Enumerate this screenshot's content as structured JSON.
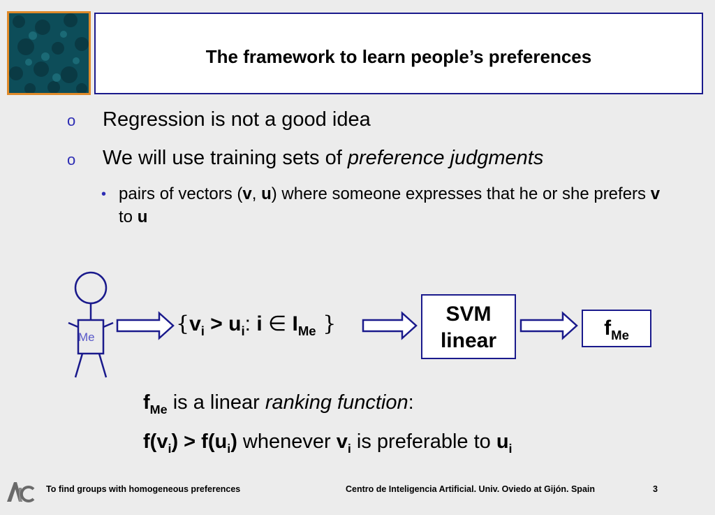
{
  "title": "The framework to learn people’s preferences",
  "bullets": [
    {
      "marker": "o",
      "text": "Regression is not a good idea"
    },
    {
      "marker": "o",
      "text_plain": "We will use training sets of ",
      "text_italic": "preference judgments"
    }
  ],
  "sub_bullet": {
    "marker": "•",
    "part1": "pairs of vectors (",
    "v": "v",
    "comma": ", ",
    "u": "u",
    "part2": ") where someone expresses that he or she prefers ",
    "v2": "v",
    "to": " to ",
    "u2": "u"
  },
  "diagram": {
    "person_label": "Me",
    "set_open": "{",
    "set_v": "v",
    "set_i1": "i",
    "set_gt": " > u",
    "set_i2": "i",
    "set_colon": ": ",
    "set_i": "i",
    "set_in": " ∈ ",
    "set_I": "I",
    "set_Me": "Me",
    "set_close": " }",
    "svm_line1": "SVM",
    "svm_line2": "linear",
    "out_f": "f",
    "out_sub": "Me"
  },
  "line1": {
    "f": "f",
    "sub": "Me",
    "plain": " is a linear ",
    "italic": "ranking function",
    "colon": ":"
  },
  "line2": {
    "f_open": "f(v",
    "sub1": "i",
    "mid": ") > f(u",
    "sub2": "i",
    "close": ")",
    "whenever": " whenever ",
    "v": "v",
    "sub3": "i",
    "pref": " is preferable to ",
    "u": "u",
    "sub4": "i"
  },
  "footer": {
    "left": "To find groups with homogeneous preferences",
    "right": "Centro de Inteligencia Artificial. Univ. Oviedo at Gijón. Spain",
    "page": "3"
  },
  "colors": {
    "accent_blue": "#1a1a8c",
    "bullet_blue": "#2d2db4",
    "logo_teal": "#0d4d59",
    "logo_border": "#e08a2a"
  }
}
